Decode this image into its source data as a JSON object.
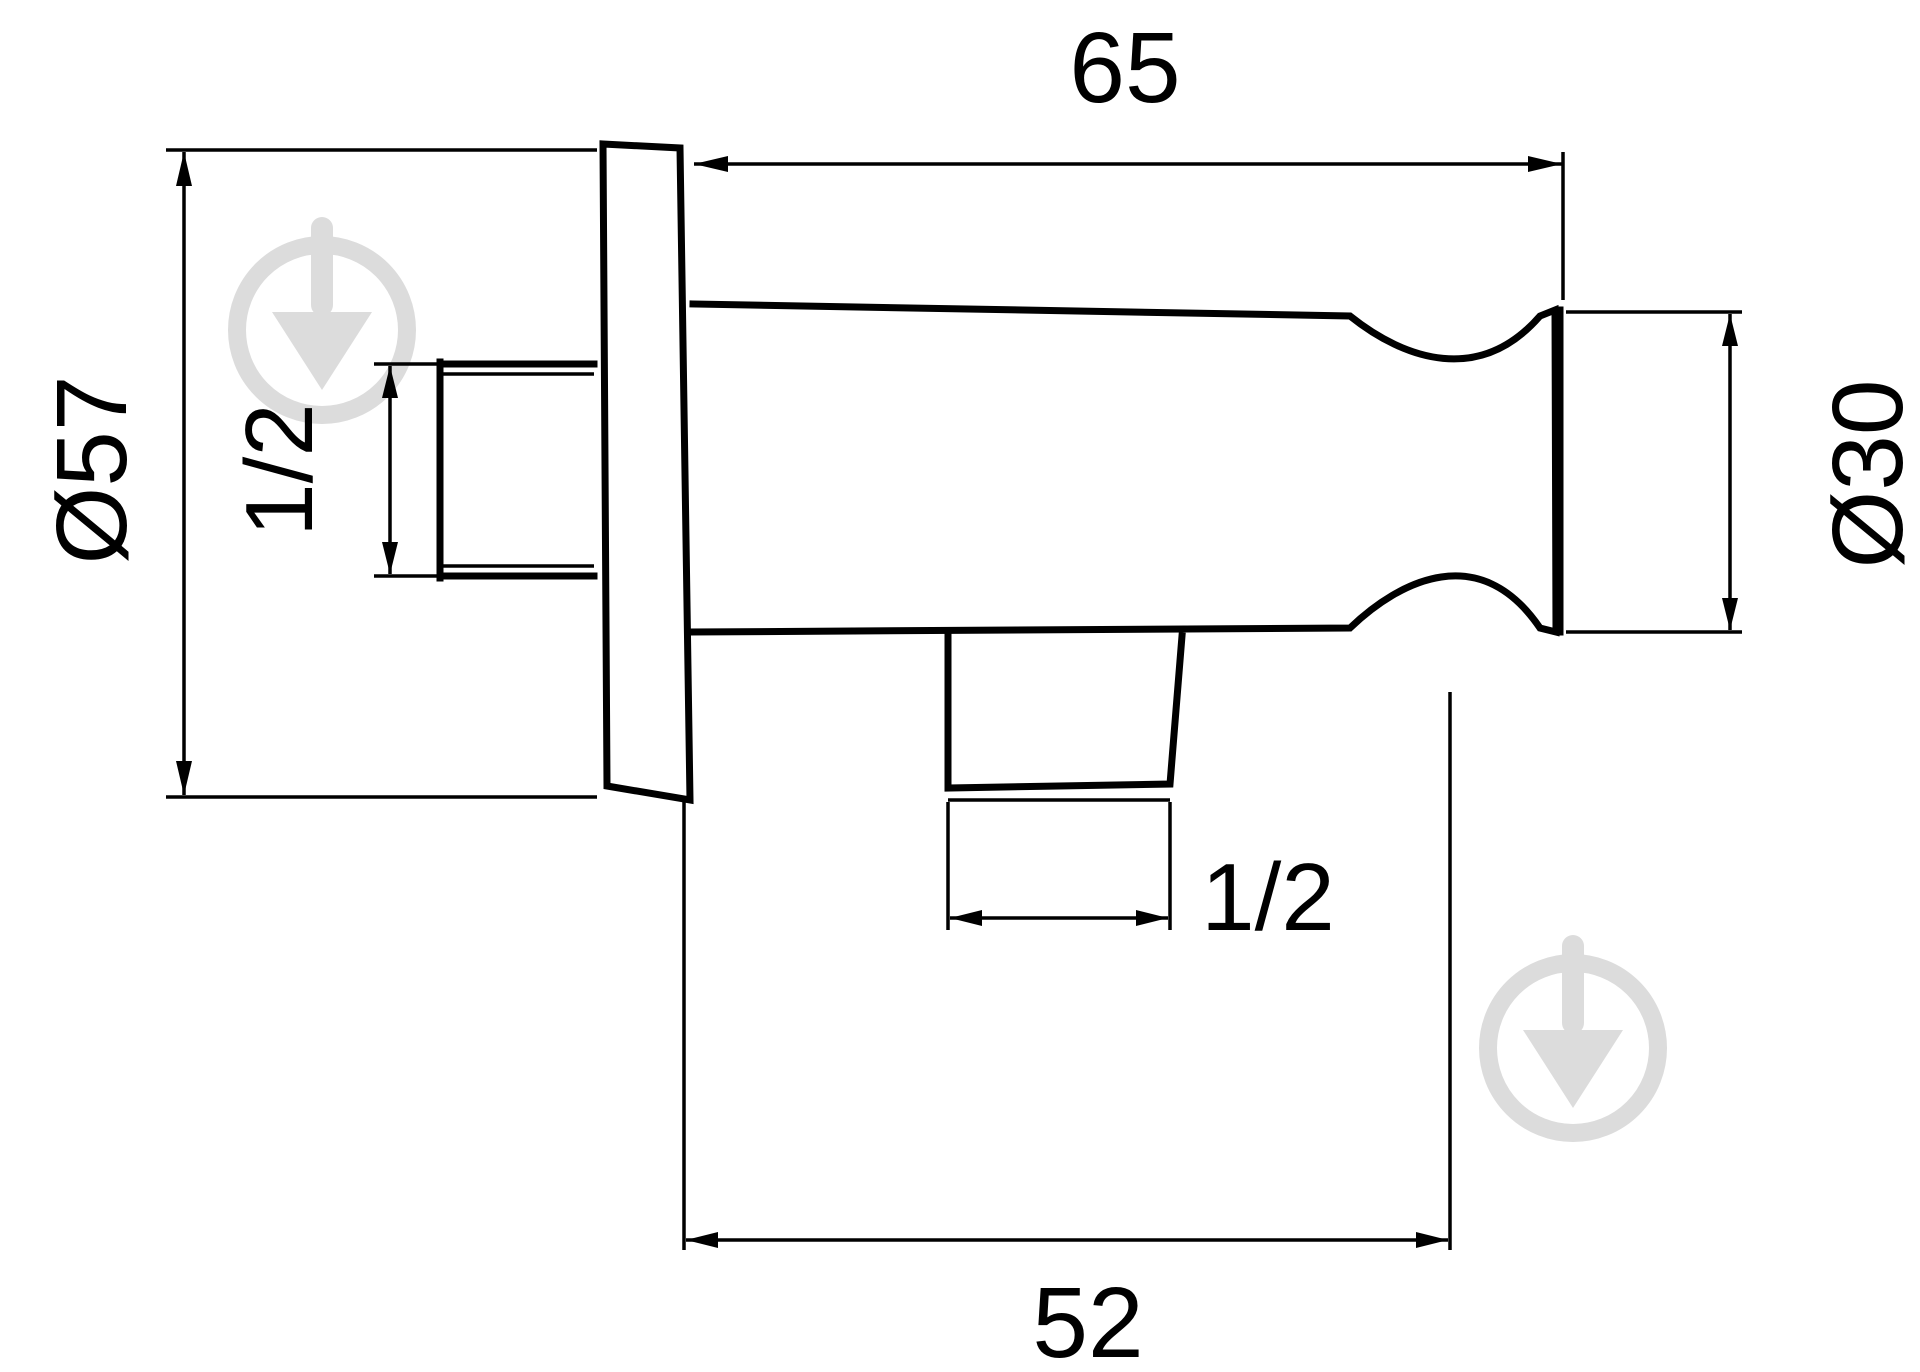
{
  "dimensions": {
    "total_length": "65",
    "base_diameter": "Ø57",
    "inlet_thread": "1/2",
    "holder_diameter": "Ø30",
    "outlet_thread": "1/2",
    "projection": "52"
  },
  "colors": {
    "line": "#000000",
    "watermark": "#dcdcdc",
    "background": "#ffffff"
  },
  "icons": [
    "watermark-logo-icon",
    "watermark-logo-icon"
  ]
}
